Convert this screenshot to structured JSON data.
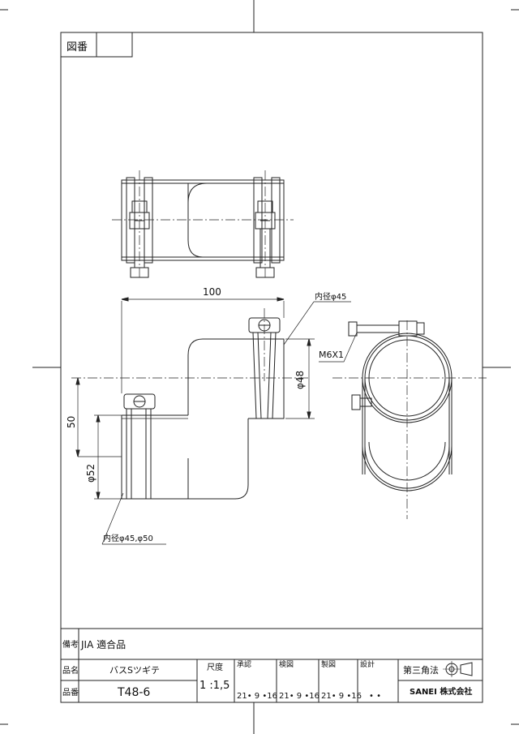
{
  "header": {
    "drawing_no_label": "図番"
  },
  "dimensions": {
    "length": "100",
    "inner_top": "内径φ45",
    "thread": "M6X1",
    "dia_48": "φ48",
    "offset": "50",
    "dia_52": "φ52",
    "inner_bottom": "内径φ45,φ50"
  },
  "title_block": {
    "remarks_label": "備考",
    "remarks_value": "JIA 適合品",
    "name_label": "品名",
    "name_value": "バスSツギテ",
    "part_label": "品番",
    "part_value": "T48-6",
    "scale_label": "尺度",
    "scale_value": "1 :1,5",
    "approve_label": "承認",
    "approve_date": "21• 9 •16",
    "check_label": "検図",
    "check_date": "21• 9 •16",
    "draw_label": "製図",
    "draw_date": "21• 9 •16",
    "design_label": "設計",
    "design_date": "•   •",
    "projection_label": "第三角法",
    "company": "SANEI 株式会社"
  }
}
